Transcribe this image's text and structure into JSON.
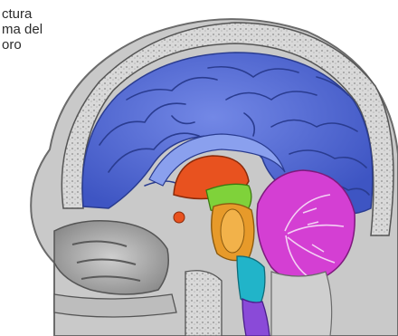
{
  "title_lines": [
    "ctura",
    "ma del",
    "oro"
  ],
  "regions": [
    {
      "name": "cerebrum",
      "color": "#5a72d9"
    },
    {
      "name": "diencephalon",
      "color": "#e8521f"
    },
    {
      "name": "midbrain",
      "color": "#7fd23a"
    },
    {
      "name": "pons",
      "color": "#e79a2a"
    },
    {
      "name": "medulla",
      "color": "#21b4c9"
    },
    {
      "name": "spinal-cord",
      "color": "#8a4ad8"
    },
    {
      "name": "cerebellum",
      "color": "#d43fd3"
    }
  ]
}
